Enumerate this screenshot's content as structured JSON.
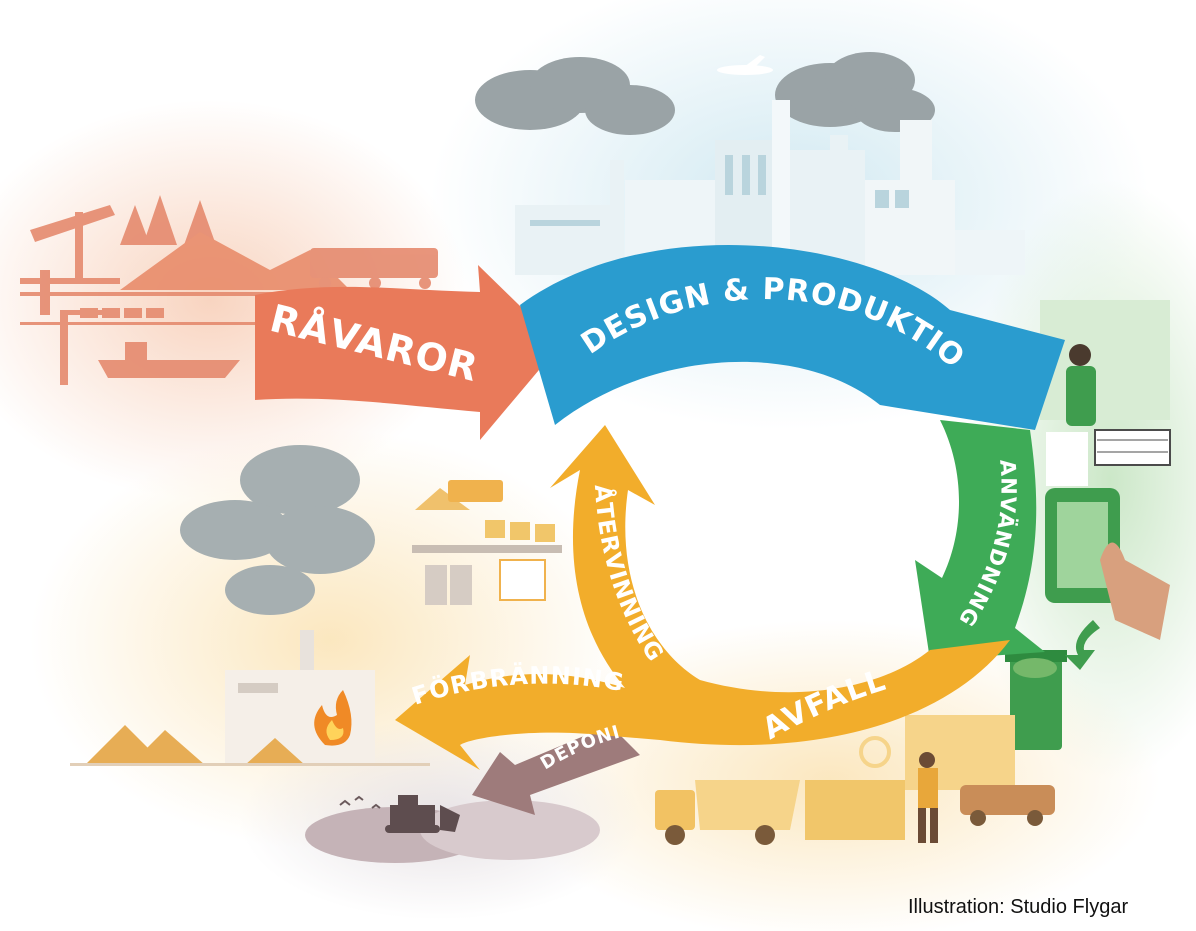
{
  "colors": {
    "ravaror": "#e97a5a",
    "design_produktion": "#2a9ccf",
    "anvandning": "#3eab57",
    "avfall": "#f2ad2b",
    "deponi": "#9e7b7b",
    "sky": "#cfe8f1",
    "warm_haze": "#fbe3d3"
  },
  "icons": {
    "oil_pump": "oil-pump-icon",
    "trees": "tree-icon",
    "truck": "truck-icon",
    "ship": "ship-icon",
    "factory": "factory-icon",
    "airplane": "airplane-icon",
    "shopping_cart": "shopping-cart-icon",
    "phone": "phone-icon",
    "waste_bin": "waste-bin-icon",
    "fire": "fire-icon",
    "bulldozer": "bulldozer-icon",
    "recycle": "recycle-icon",
    "worker": "worker-icon"
  },
  "stages": {
    "ravaror": "RÅVAROR",
    "design_produktion": "DESIGN & PRODUKTION",
    "anvandning": "ANVÄNDNING",
    "avfall": "AVFALL",
    "atervinning": "ÅTERVINNING",
    "forbranning": "FÖRBRÄNNING",
    "deponi": "DEPONI"
  },
  "credit": "Illustration: Studio Flygar"
}
